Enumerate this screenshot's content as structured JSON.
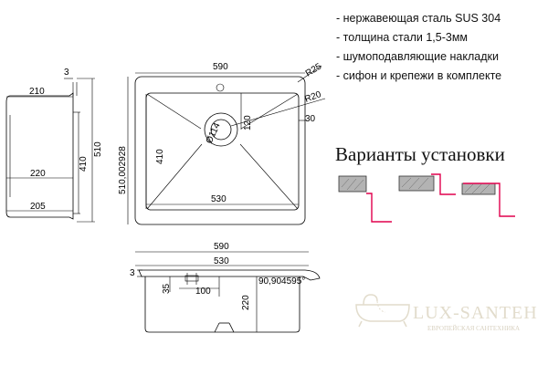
{
  "specs": [
    "- нержавеющая сталь SUS 304",
    "- толщина стали 1,5-3мм",
    "- шумоподавляющие накладки",
    "- сифон и крепежи в комплекте"
  ],
  "install_heading": "Варианты установки",
  "brand": {
    "name": "LUX-SANTEH",
    "tagline": "ЕВРОПЕЙСКАЯ САНТЕХНИКА",
    "logo_color": "#e2dccc"
  },
  "accent_color": "#e0004d",
  "dimensions": {
    "side_view": {
      "thickness": "3",
      "top": "210",
      "middle": "220",
      "bottom": "205",
      "inner_height": "410",
      "outer_height": "510"
    },
    "top_view": {
      "width_outer": "590",
      "radius_outer": "R25",
      "radius_inner": "R20",
      "drain_offset": "120",
      "drain_diameter": "Ø114",
      "rim": "30",
      "inner_height": "410",
      "outer_height": "510,002928",
      "inner_width": "530"
    },
    "front_view": {
      "width_outer": "590",
      "width_inner": "530",
      "thickness": "3",
      "drain_height": "35",
      "drain_width": "100",
      "depth": "220",
      "angle": "90,904595°"
    }
  }
}
